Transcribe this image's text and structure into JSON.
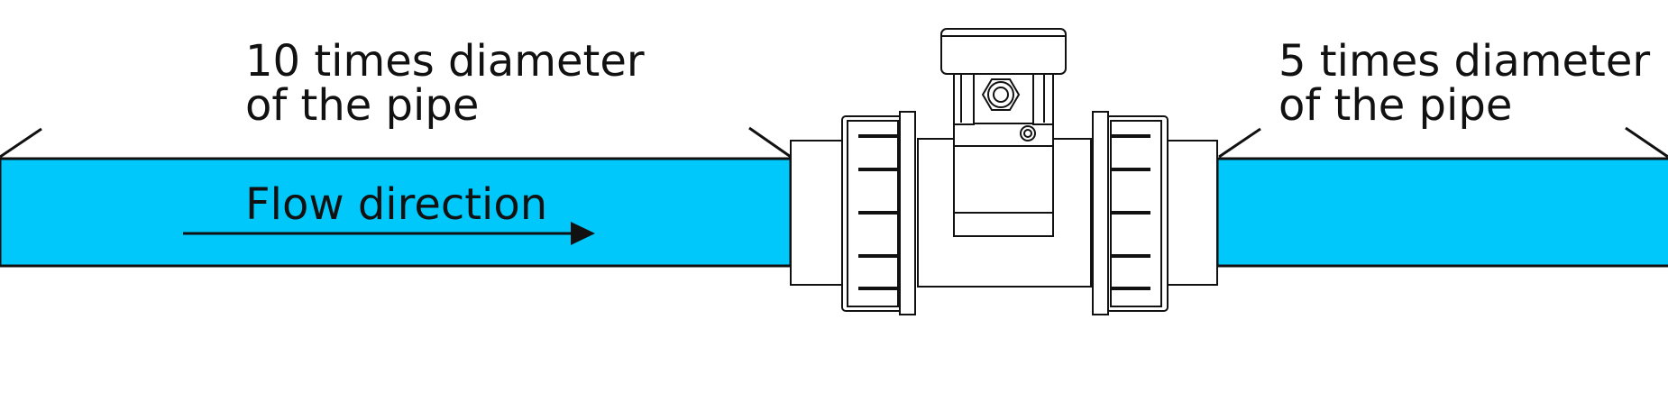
{
  "labels": {
    "upstream_line1": "10 times diameter",
    "upstream_line2": "of the pipe",
    "downstream_line1": "5 times diameter",
    "downstream_line2": "of the pipe",
    "flow": "Flow direction"
  },
  "colors": {
    "pipe": "#00c8fa",
    "outline": "#111111",
    "background": "#ffffff"
  }
}
